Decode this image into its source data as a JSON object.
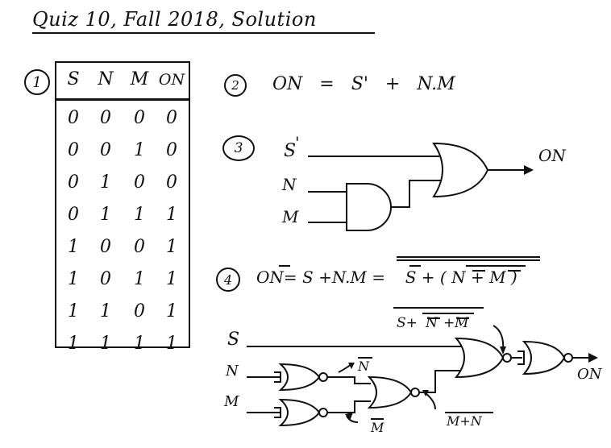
{
  "title": "Quiz 10, Fall 2018, Solution",
  "section1": {
    "number": "1",
    "headers": [
      "S",
      "N",
      "M",
      "ON"
    ],
    "rows": [
      [
        "0",
        "0",
        "0",
        "0"
      ],
      [
        "0",
        "0",
        "1",
        "0"
      ],
      [
        "0",
        "1",
        "0",
        "0"
      ],
      [
        "0",
        "1",
        "1",
        "1"
      ],
      [
        "1",
        "0",
        "0",
        "1"
      ],
      [
        "1",
        "0",
        "1",
        "1"
      ],
      [
        "1",
        "1",
        "0",
        "1"
      ],
      [
        "1",
        "1",
        "1",
        "1"
      ]
    ]
  },
  "section2": {
    "number": "2",
    "lhs": "ON",
    "eq_sign": "=",
    "s_term": "S",
    "s_prime": "'",
    "plus": "+",
    "rest": "N.M"
  },
  "section3": {
    "number": "3",
    "inputs": {
      "s": "S",
      "s_prime": "'",
      "n": "N",
      "m": "M"
    },
    "output": "ON"
  },
  "section4": {
    "number": "4",
    "eq_lhs": "ON=",
    "eq_s": "S",
    "eq_mid": "+N.M =",
    "eq_s2": "S",
    "eq_plus": "+ (",
    "eq_n": "N",
    "eq_plus2": "+",
    "eq_m": "M",
    "eq_close": ")",
    "circuit": {
      "s": "S",
      "n": "N",
      "m": "M",
      "out": "ON",
      "label_sum_s": "S+",
      "label_sum_inner_n": "N",
      "label_sum_plus": "+",
      "label_sum_inner_m": "M",
      "label_n_bar": "N",
      "label_m_bar": "M",
      "label_mn": "M+N"
    }
  }
}
